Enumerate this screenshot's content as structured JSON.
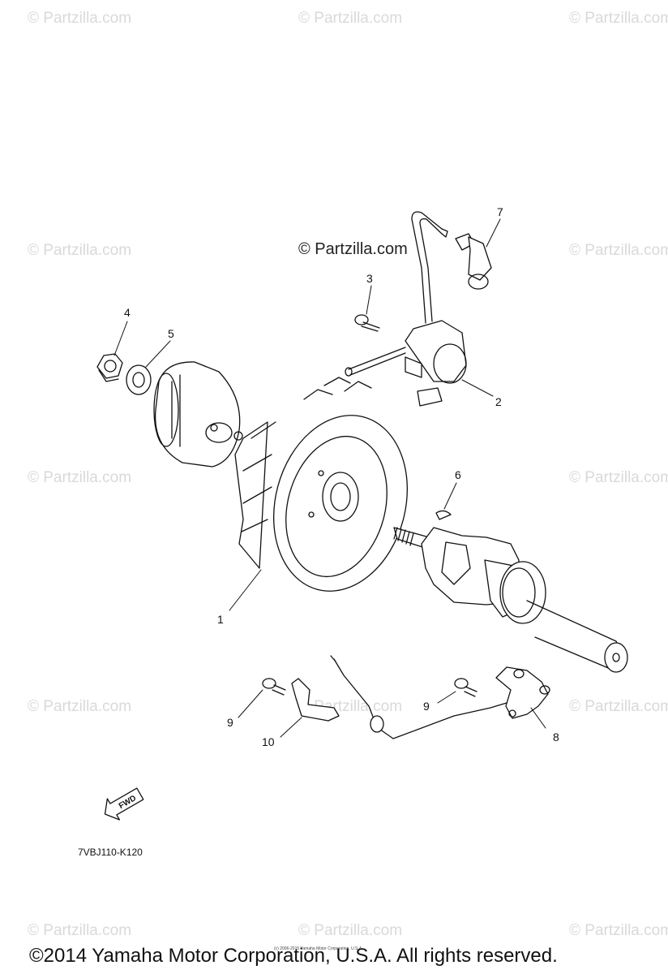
{
  "watermark": {
    "text": "© Partzilla.com"
  },
  "center_watermark": "© Partzilla.com",
  "callouts": [
    "1",
    "2",
    "3",
    "4",
    "5",
    "6",
    "7",
    "8",
    "9",
    "9",
    "10"
  ],
  "fwd_label": "FWD",
  "diagram_code": "7VBJ110-K120",
  "tiny_copyright": "(c) 2006-2015 Yamaha Motor Corporation, U.S.A.",
  "copyright": "©2014 Yamaha Motor Corporation, U.S.A. All rights reserved."
}
